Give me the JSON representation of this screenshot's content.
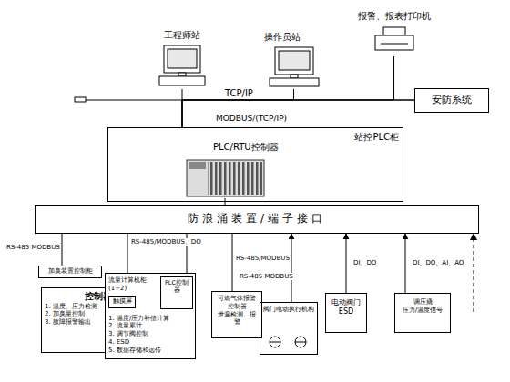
{
  "diagram": {
    "nodes": [
      {
        "text": [
          "工程师站"
        ]
      },
      {
        "text": [
          "操作员站"
        ]
      },
      {
        "text": [
          "报警、报表打印机"
        ]
      },
      {
        "text": [
          "安防系统"
        ]
      },
      {
        "text": [
          "站控PLC柜"
        ]
      },
      {
        "text": [
          "PLC/RTU控制器"
        ],
        "in": 4
      },
      {
        "text": [
          "防浪涌装置/端子接口"
        ]
      },
      {
        "text": [
          "加臭装置控制柜"
        ]
      },
      {
        "text": [
          "控制器",
          "1. 温度、压力检测",
          "2. 加臭量控制",
          "3. 故障报警输出"
        ]
      },
      {
        "text": [
          "流量计算机柜(1~2)",
          "1. 温度/压力补偿计算",
          "2. 流量累计",
          "3. 调节阀控制",
          "4. ESD",
          "5. 数据存储和远传"
        ]
      },
      {
        "text": [
          "触摸屏"
        ],
        "in": 9
      },
      {
        "text": [
          "PLC控制器"
        ],
        "in": 9
      },
      {
        "text": [
          "可燃气体报警控制器",
          "泄漏检测、报警"
        ]
      },
      {
        "text": [
          "阀门电动执行机构"
        ]
      },
      {
        "text": [
          "电动阀门",
          "ESD"
        ]
      },
      {
        "text": [
          "调压撬",
          "压力/温度信号"
        ]
      }
    ],
    "edges": [
      {
        "from": 0,
        "to": 4,
        "arrow": "none"
      },
      {
        "from": 1,
        "to": 4,
        "arrow": "none"
      },
      {
        "from": 2,
        "to": 4,
        "arrow": "none"
      },
      {
        "from": 3,
        "to": 4,
        "arrow": "none"
      },
      {
        "from": 5,
        "to": 6,
        "arrow": "none"
      },
      {
        "from": 6,
        "to": 7,
        "arrow": "none"
      },
      {
        "from": 6,
        "to": 9,
        "arrow": "none"
      },
      {
        "from": 6,
        "to": 12,
        "arrow": "none"
      },
      {
        "from": 13,
        "to": 6,
        "arrow": "to"
      },
      {
        "from": 14,
        "to": 6,
        "arrow": "to"
      },
      {
        "from": 15,
        "to": 6,
        "arrow": "to"
      }
    ],
    "labels": [
      "TCP/IP",
      "MODBUS/(TCP/IP)",
      "RS-485 MODBUS",
      "RS-485/MODBUS、DO",
      "RS-485/MODBUS",
      "RS-485 MODBUS",
      "DI、DO",
      "DI、DO、AI、AO"
    ]
  }
}
